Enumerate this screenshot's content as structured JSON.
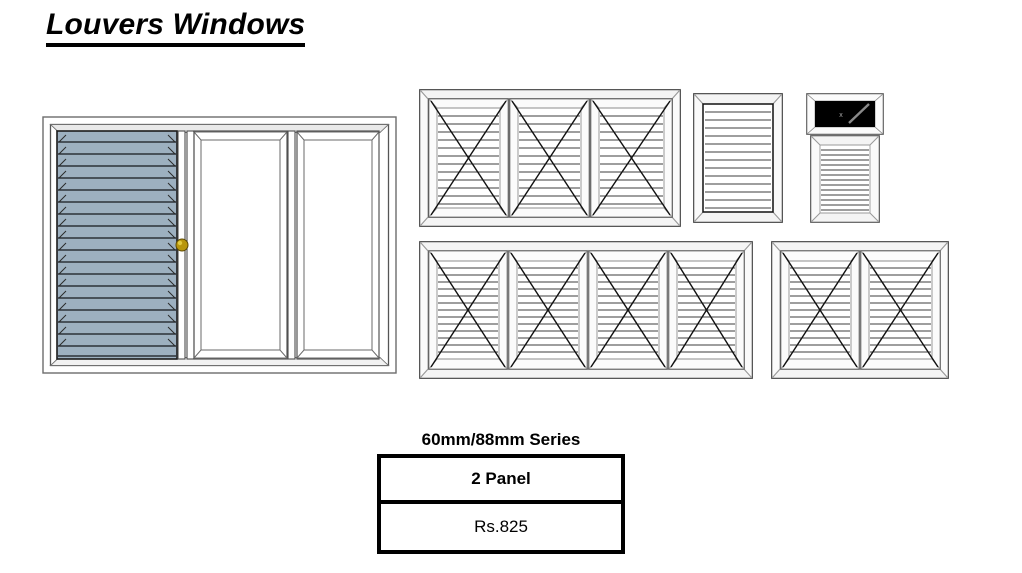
{
  "page": {
    "title": "Louvers Windows",
    "background_color": "#ffffff",
    "text_color": "#000000"
  },
  "colors": {
    "louver_glass": "#9db0c0",
    "louver_glass_dark": "#8697a8",
    "handle": "#b8960c",
    "handle_highlight": "#e8d24a",
    "frame_line": "#000000",
    "frame_shade": "#9a9a9a",
    "slat_line": "#4d4d4d",
    "transom_fill": "#000000",
    "transom_mark": "#808080",
    "table_border": "#000000"
  },
  "drawings": [
    {
      "id": "sliding-louver-window-3panel",
      "name": "three-panel-sliding-louver-window",
      "description": "Large 3 panel sliding window, left panel glazed with blue-grey louver slats, centre and right panels clear, gold handle on centre stile",
      "panel_count": 3,
      "louver_panels": 1,
      "slat_count": 19,
      "has_handle": true,
      "handle_label": "sliding-handle"
    },
    {
      "id": "louver-window-3panel-top",
      "name": "three-panel-louver-window",
      "description": "Three panel louver window with X opening marks",
      "panel_count": 3,
      "louver_panels": 3,
      "slat_count": 13,
      "has_handle": false
    },
    {
      "id": "louver-window-1panel",
      "name": "single-panel-louver-window",
      "description": "Single panel louver window, no opening mark",
      "panel_count": 1,
      "louver_panels": 1,
      "slat_count": 13,
      "has_handle": false
    },
    {
      "id": "louver-window-transom",
      "name": "louver-window-with-transom",
      "description": "Single panel louver window with solid dark transom light above marked x",
      "panel_count": 1,
      "louver_panels": 1,
      "slat_count": 13,
      "transom_mark": "x",
      "has_handle": false
    },
    {
      "id": "louver-window-4panel",
      "name": "four-panel-louver-window",
      "description": "Four panel louver window with X opening marks",
      "panel_count": 4,
      "louver_panels": 4,
      "slat_count": 15,
      "has_handle": false
    },
    {
      "id": "louver-window-2panel",
      "name": "two-panel-louver-window",
      "description": "Two panel louver window with X opening marks",
      "panel_count": 2,
      "louver_panels": 2,
      "slat_count": 15,
      "has_handle": false
    }
  ],
  "price_table": {
    "series_label": "60mm/88mm Series",
    "header": "2 Panel",
    "price": "Rs.825"
  }
}
